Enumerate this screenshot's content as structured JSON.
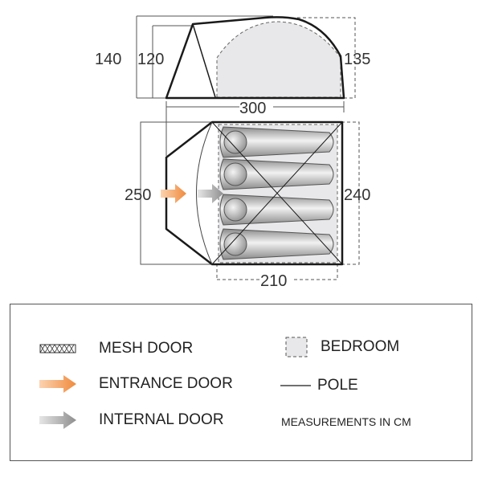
{
  "dimensions": {
    "height_total": "140",
    "height_porch": "120",
    "height_inner": "135",
    "length_total": "300",
    "width_total": "250",
    "width_bedroom": "240",
    "length_bedroom": "210"
  },
  "legend": {
    "mesh_door": "MESH DOOR",
    "entrance_door": "ENTRANCE DOOR",
    "internal_door": "INTERNAL DOOR",
    "bedroom": "BEDROOM",
    "pole": "POLE",
    "units_note": "MEASUREMENTS IN CM"
  },
  "colors": {
    "entrance_arrow": "#f08a3c",
    "internal_arrow": "#9a9a9a",
    "bedroom_fill": "#e8e8ea",
    "outline": "#1a1a1a"
  }
}
